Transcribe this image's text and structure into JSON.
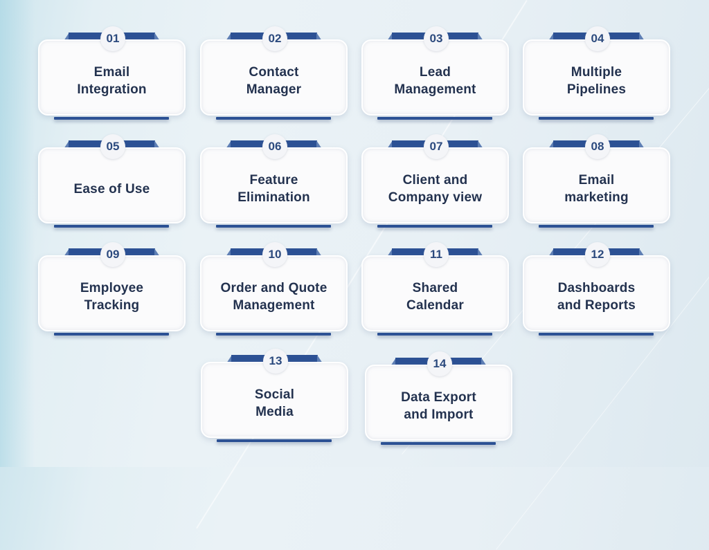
{
  "colors": {
    "ribbon": "#2c5194",
    "ribbon_fold": "#5e7fb5",
    "text": "#23324f",
    "card_bg": "#fbfbfc",
    "page_bg": "#e8f0f5"
  },
  "features": [
    {
      "number": "01",
      "label": "Email\nIntegration"
    },
    {
      "number": "02",
      "label": "Contact\nManager"
    },
    {
      "number": "03",
      "label": "Lead\nManagement"
    },
    {
      "number": "04",
      "label": "Multiple\nPipelines"
    },
    {
      "number": "05",
      "label": "Ease of Use"
    },
    {
      "number": "06",
      "label": "Feature\nElimination"
    },
    {
      "number": "07",
      "label": "Client and\nCompany view"
    },
    {
      "number": "08",
      "label": "Email\nmarketing"
    },
    {
      "number": "09",
      "label": "Employee\nTracking"
    },
    {
      "number": "10",
      "label": "Order and Quote\nManagement"
    },
    {
      "number": "11",
      "label": "Shared\nCalendar"
    },
    {
      "number": "12",
      "label": "Dashboards\nand Reports"
    },
    {
      "number": "13",
      "label": "Social\nMedia"
    },
    {
      "number": "14",
      "label": "Data Export\nand Import"
    }
  ]
}
